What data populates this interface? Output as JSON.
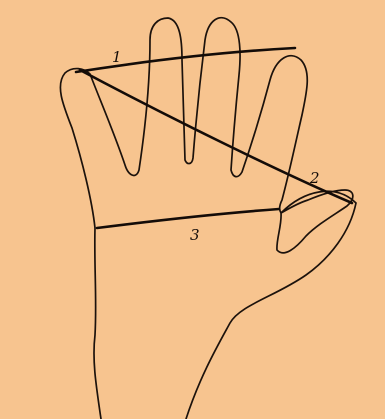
{
  "diagram": {
    "background_color": "#f7c48f",
    "ink_color": "#1c120c",
    "measurement_labels": [
      "1",
      "2",
      "3"
    ]
  }
}
